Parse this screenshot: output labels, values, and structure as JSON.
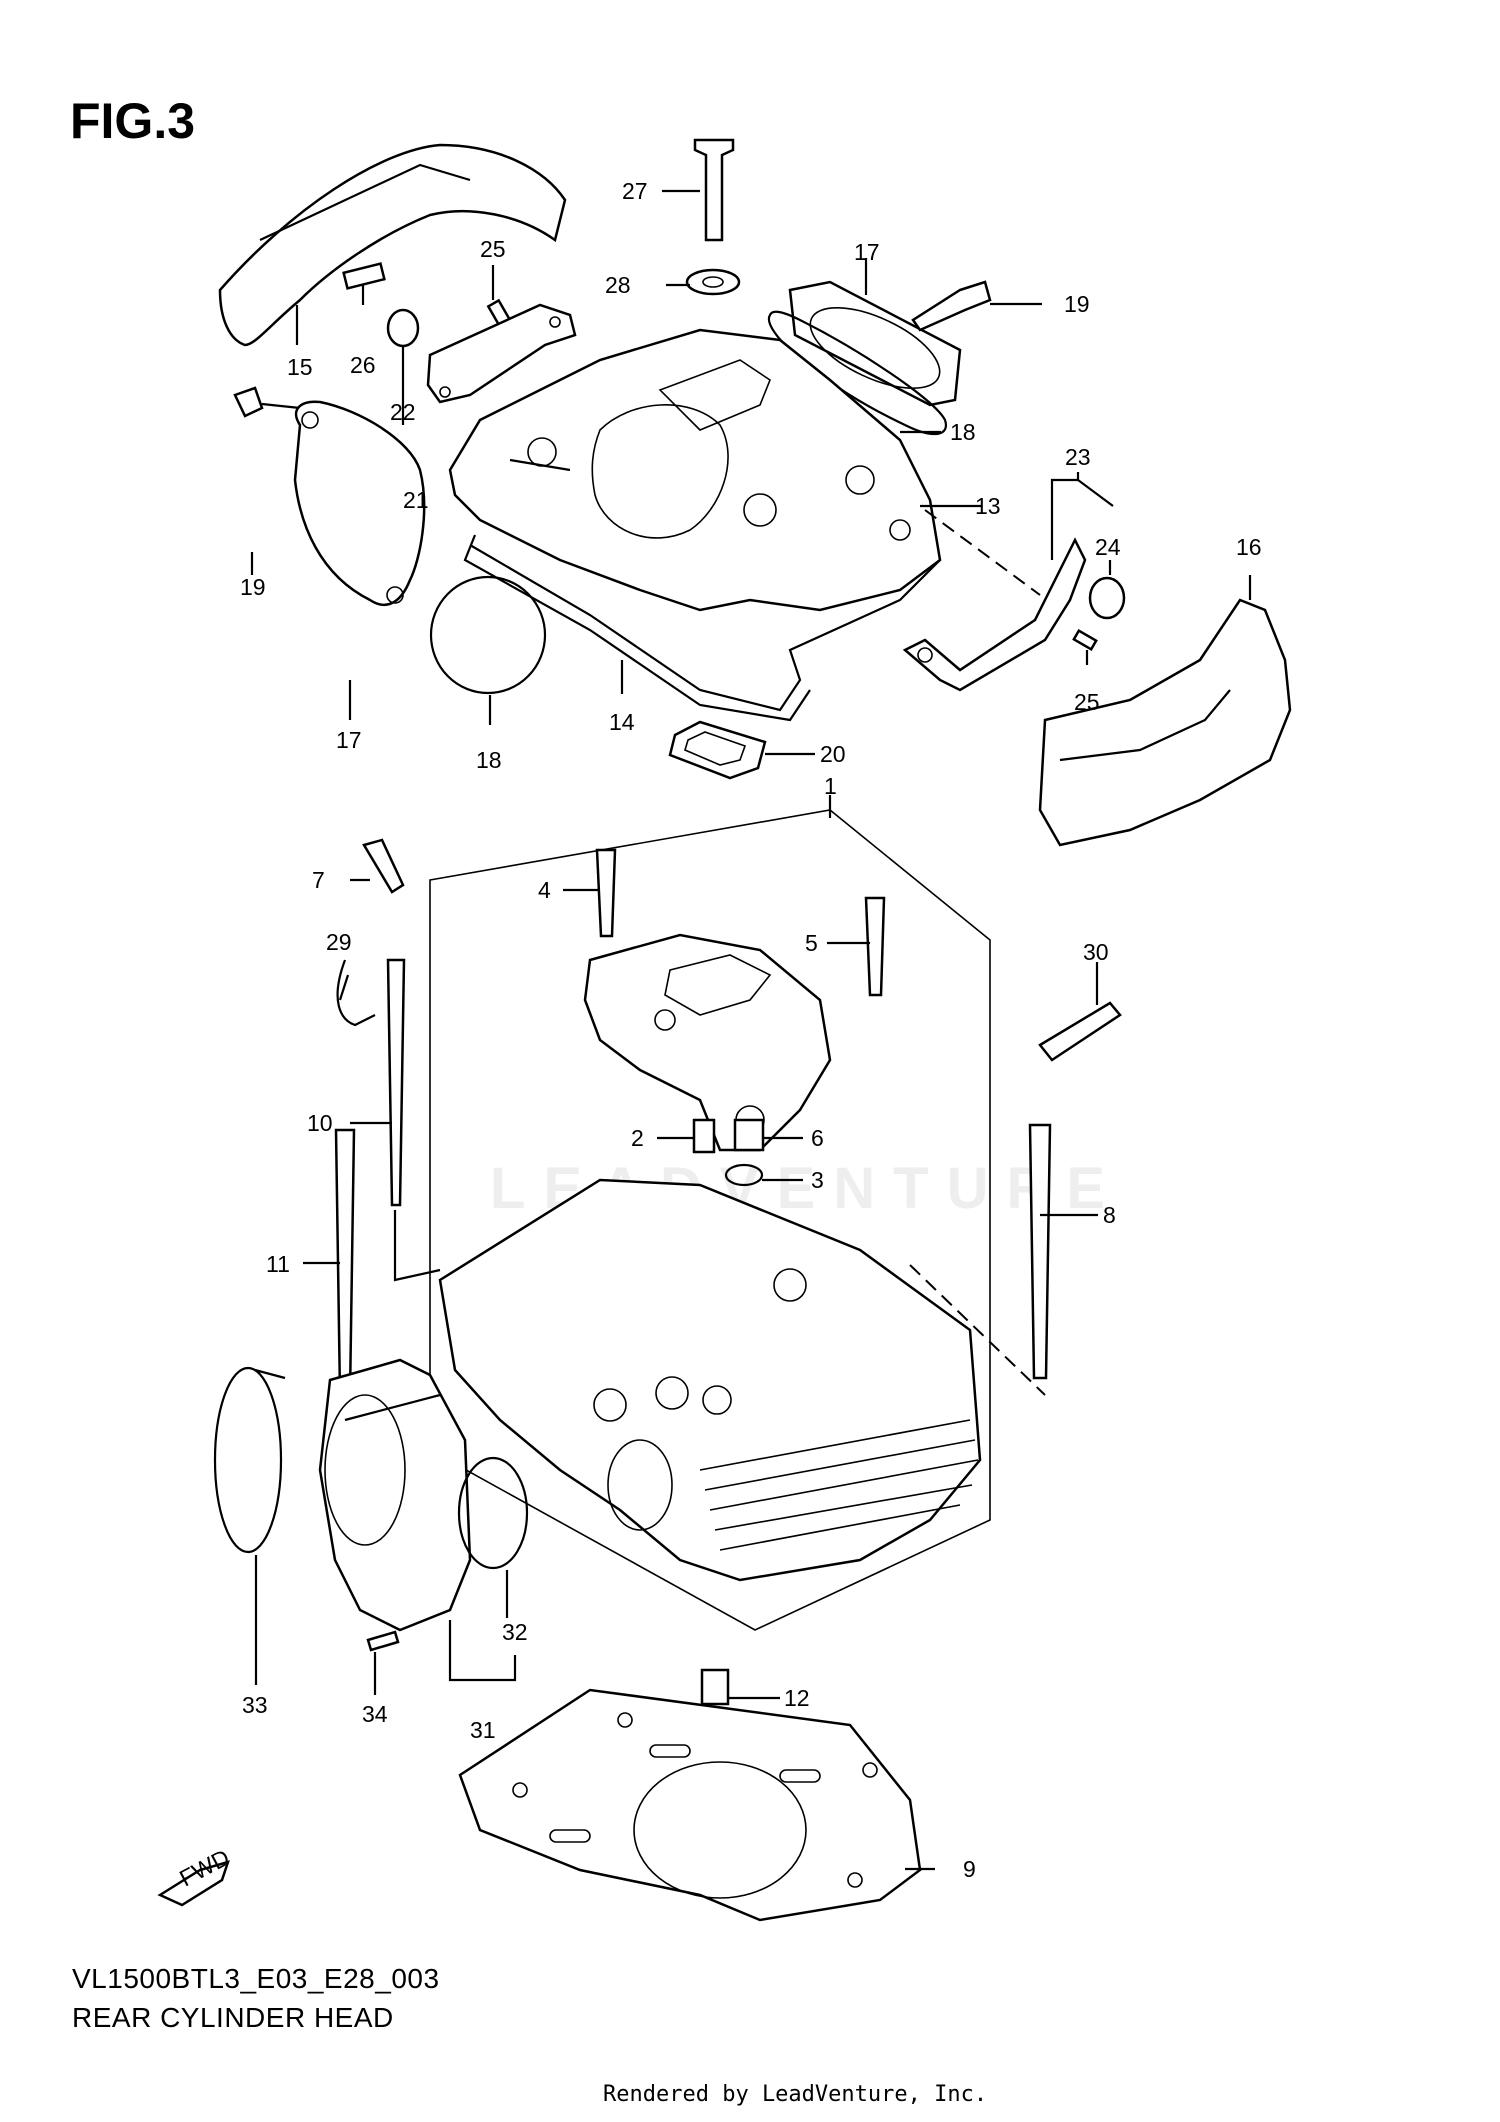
{
  "figure": {
    "title": "FIG.3",
    "model_code": "VL1500BTL3_E03_E28_003",
    "part_name": "REAR CYLINDER HEAD",
    "fwd_label": "FWD",
    "credit": "Rendered by LeadVenture, Inc.",
    "watermark": "LEADVENTURE"
  },
  "callouts": [
    {
      "id": "c27",
      "label": "27"
    },
    {
      "id": "c17a",
      "label": "17"
    },
    {
      "id": "c25a",
      "label": "25"
    },
    {
      "id": "c28",
      "label": "28"
    },
    {
      "id": "c19a",
      "label": "19"
    },
    {
      "id": "c15",
      "label": "15"
    },
    {
      "id": "c26",
      "label": "26"
    },
    {
      "id": "c22",
      "label": "22"
    },
    {
      "id": "c18a",
      "label": "18"
    },
    {
      "id": "c21",
      "label": "21"
    },
    {
      "id": "c23",
      "label": "23"
    },
    {
      "id": "c13",
      "label": "13"
    },
    {
      "id": "c24",
      "label": "24"
    },
    {
      "id": "c16",
      "label": "16"
    },
    {
      "id": "c19b",
      "label": "19"
    },
    {
      "id": "c25b",
      "label": "25"
    },
    {
      "id": "c17b",
      "label": "17"
    },
    {
      "id": "c14",
      "label": "14"
    },
    {
      "id": "c18b",
      "label": "18"
    },
    {
      "id": "c20",
      "label": "20"
    },
    {
      "id": "c1",
      "label": "1"
    },
    {
      "id": "c7",
      "label": "7"
    },
    {
      "id": "c4",
      "label": "4"
    },
    {
      "id": "c5",
      "label": "5"
    },
    {
      "id": "c29",
      "label": "29"
    },
    {
      "id": "c30",
      "label": "30"
    },
    {
      "id": "c10",
      "label": "10"
    },
    {
      "id": "c2",
      "label": "2"
    },
    {
      "id": "c6",
      "label": "6"
    },
    {
      "id": "c3",
      "label": "3"
    },
    {
      "id": "c8",
      "label": "8"
    },
    {
      "id": "c11",
      "label": "11"
    },
    {
      "id": "c32",
      "label": "32"
    },
    {
      "id": "c12",
      "label": "12"
    },
    {
      "id": "c33",
      "label": "33"
    },
    {
      "id": "c34",
      "label": "34"
    },
    {
      "id": "c31",
      "label": "31"
    },
    {
      "id": "c9",
      "label": "9"
    }
  ]
}
